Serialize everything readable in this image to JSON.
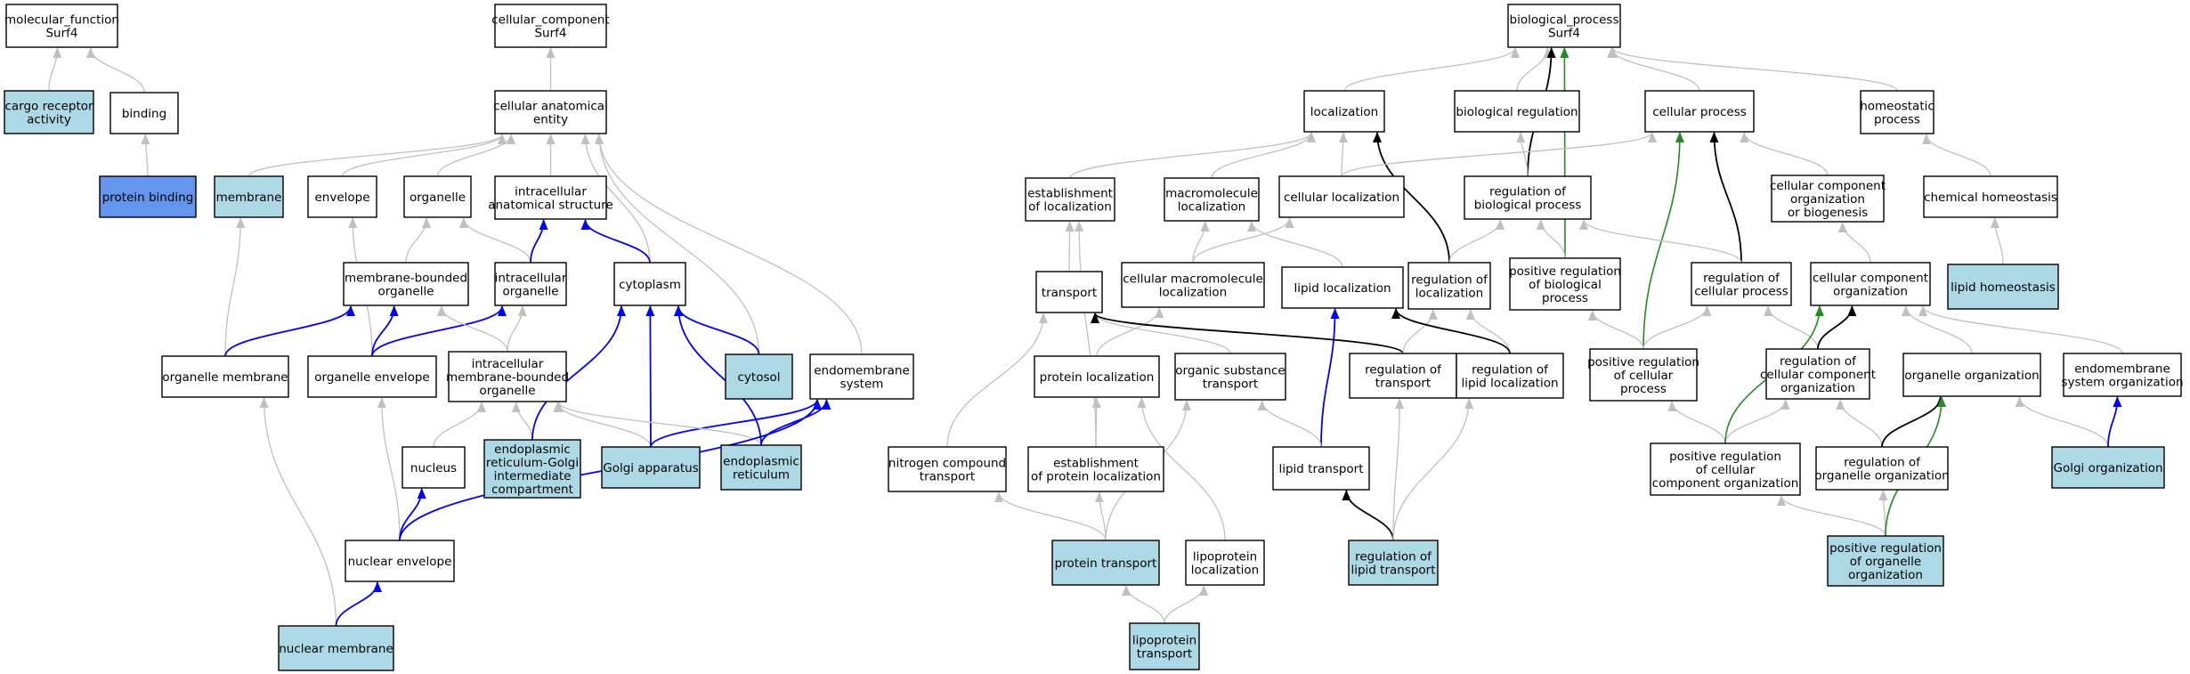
{
  "colors": {
    "default_fill": "#ffffff",
    "highlight_fill": "#add8e6",
    "strong_fill": "#6495ed",
    "edge_gray": "#c0c0c0",
    "edge_blue": "#0000ff",
    "edge_black": "#000000",
    "edge_green": "#228b22"
  },
  "nodes": [
    {
      "id": "mf",
      "lines": [
        "molecular_function",
        "Surf4"
      ],
      "fill": "default"
    },
    {
      "id": "cra",
      "lines": [
        "cargo receptor",
        "activity"
      ],
      "fill": "highlight"
    },
    {
      "id": "binding",
      "lines": [
        "binding"
      ],
      "fill": "default"
    },
    {
      "id": "pb",
      "lines": [
        "protein binding"
      ],
      "fill": "strong"
    },
    {
      "id": "cc",
      "lines": [
        "cellular_component",
        "Surf4"
      ],
      "fill": "default"
    },
    {
      "id": "cae",
      "lines": [
        "cellular anatomical",
        "entity"
      ],
      "fill": "default"
    },
    {
      "id": "membrane",
      "lines": [
        "membrane"
      ],
      "fill": "highlight"
    },
    {
      "id": "envelope",
      "lines": [
        "envelope"
      ],
      "fill": "default"
    },
    {
      "id": "organelle",
      "lines": [
        "organelle"
      ],
      "fill": "default"
    },
    {
      "id": "ias",
      "lines": [
        "intracellular",
        "anatomical structure"
      ],
      "fill": "default"
    },
    {
      "id": "mbo",
      "lines": [
        "membrane-bounded",
        "organelle"
      ],
      "fill": "default"
    },
    {
      "id": "io",
      "lines": [
        "intracellular",
        "organelle"
      ],
      "fill": "default"
    },
    {
      "id": "cytoplasm",
      "lines": [
        "cytoplasm"
      ],
      "fill": "default"
    },
    {
      "id": "om",
      "lines": [
        "organelle membrane"
      ],
      "fill": "default"
    },
    {
      "id": "oe",
      "lines": [
        "organelle envelope"
      ],
      "fill": "default"
    },
    {
      "id": "imbo",
      "lines": [
        "intracellular",
        "membrane-bounded",
        "organelle"
      ],
      "fill": "default"
    },
    {
      "id": "cytosol",
      "lines": [
        "cytosol"
      ],
      "fill": "highlight"
    },
    {
      "id": "ems",
      "lines": [
        "endomembrane",
        "system"
      ],
      "fill": "default"
    },
    {
      "id": "nucleus",
      "lines": [
        "nucleus"
      ],
      "fill": "default"
    },
    {
      "id": "ergic",
      "lines": [
        "endoplasmic",
        "reticulum-Golgi",
        "intermediate",
        "compartment"
      ],
      "fill": "highlight"
    },
    {
      "id": "golgi",
      "lines": [
        "Golgi apparatus"
      ],
      "fill": "highlight"
    },
    {
      "id": "er",
      "lines": [
        "endoplasmic",
        "reticulum"
      ],
      "fill": "highlight"
    },
    {
      "id": "ne",
      "lines": [
        "nuclear envelope"
      ],
      "fill": "default"
    },
    {
      "id": "nm",
      "lines": [
        "nuclear membrane"
      ],
      "fill": "highlight"
    },
    {
      "id": "bp",
      "lines": [
        "biological_process",
        "Surf4"
      ],
      "fill": "default"
    },
    {
      "id": "loc",
      "lines": [
        "localization"
      ],
      "fill": "default"
    },
    {
      "id": "breg",
      "lines": [
        "biological regulation"
      ],
      "fill": "default"
    },
    {
      "id": "cp",
      "lines": [
        "cellular process"
      ],
      "fill": "default"
    },
    {
      "id": "hp",
      "lines": [
        "homeostatic",
        "process"
      ],
      "fill": "default"
    },
    {
      "id": "eol",
      "lines": [
        "establishment",
        "of localization"
      ],
      "fill": "default"
    },
    {
      "id": "ml",
      "lines": [
        "macromolecule",
        "localization"
      ],
      "fill": "default"
    },
    {
      "id": "cl",
      "lines": [
        "cellular localization"
      ],
      "fill": "default"
    },
    {
      "id": "rbp",
      "lines": [
        "regulation of",
        "biological process"
      ],
      "fill": "default"
    },
    {
      "id": "ccob",
      "lines": [
        "cellular component",
        "organization",
        "or biogenesis"
      ],
      "fill": "default"
    },
    {
      "id": "ch",
      "lines": [
        "chemical homeostasis"
      ],
      "fill": "default"
    },
    {
      "id": "transport",
      "lines": [
        "transport"
      ],
      "fill": "default"
    },
    {
      "id": "cml",
      "lines": [
        "cellular macromolecule",
        "localization"
      ],
      "fill": "default"
    },
    {
      "id": "lipl",
      "lines": [
        "lipid localization"
      ],
      "fill": "default"
    },
    {
      "id": "rloc",
      "lines": [
        "regulation of",
        "localization"
      ],
      "fill": "default"
    },
    {
      "id": "prbp",
      "lines": [
        "positive regulation",
        "of biological",
        "process"
      ],
      "fill": "default"
    },
    {
      "id": "rcp",
      "lines": [
        "regulation of",
        "cellular process"
      ],
      "fill": "default"
    },
    {
      "id": "cco",
      "lines": [
        "cellular component",
        "organization"
      ],
      "fill": "default"
    },
    {
      "id": "lh",
      "lines": [
        "lipid homeostasis"
      ],
      "fill": "highlight"
    },
    {
      "id": "pl",
      "lines": [
        "protein localization"
      ],
      "fill": "default"
    },
    {
      "id": "ost",
      "lines": [
        "organic substance",
        "transport"
      ],
      "fill": "default"
    },
    {
      "id": "rt",
      "lines": [
        "regulation of",
        "transport"
      ],
      "fill": "default"
    },
    {
      "id": "rll",
      "lines": [
        "regulation of",
        "lipid localization"
      ],
      "fill": "default"
    },
    {
      "id": "prcp",
      "lines": [
        "positive regulation",
        "of cellular",
        "process"
      ],
      "fill": "default"
    },
    {
      "id": "rcco",
      "lines": [
        "regulation of",
        "cellular component",
        "organization"
      ],
      "fill": "default"
    },
    {
      "id": "oo",
      "lines": [
        "organelle organization"
      ],
      "fill": "default"
    },
    {
      "id": "emso",
      "lines": [
        "endomembrane",
        "system organization"
      ],
      "fill": "default"
    },
    {
      "id": "nct",
      "lines": [
        "nitrogen compound",
        "transport"
      ],
      "fill": "default"
    },
    {
      "id": "epl",
      "lines": [
        "establishment",
        "of protein localization"
      ],
      "fill": "default"
    },
    {
      "id": "lt",
      "lines": [
        "lipid transport"
      ],
      "fill": "default"
    },
    {
      "id": "prcco",
      "lines": [
        "positive regulation",
        "of cellular",
        "component organization"
      ],
      "fill": "default"
    },
    {
      "id": "roo",
      "lines": [
        "regulation of",
        "organelle organization"
      ],
      "fill": "default"
    },
    {
      "id": "go",
      "lines": [
        "Golgi organization"
      ],
      "fill": "highlight"
    },
    {
      "id": "pt",
      "lines": [
        "protein transport"
      ],
      "fill": "highlight"
    },
    {
      "id": "lpl",
      "lines": [
        "lipoprotein",
        "localization"
      ],
      "fill": "default"
    },
    {
      "id": "rlt",
      "lines": [
        "regulation of",
        "lipid transport"
      ],
      "fill": "highlight"
    },
    {
      "id": "proo",
      "lines": [
        "positive regulation",
        "of organelle",
        "organization"
      ],
      "fill": "highlight"
    },
    {
      "id": "lpt",
      "lines": [
        "lipoprotein",
        "transport"
      ],
      "fill": "highlight"
    }
  ],
  "edges": [
    {
      "from": "cra",
      "to": "mf",
      "color": "gray"
    },
    {
      "from": "binding",
      "to": "mf",
      "color": "gray"
    },
    {
      "from": "pb",
      "to": "binding",
      "color": "gray"
    },
    {
      "from": "cae",
      "to": "cc",
      "color": "gray"
    },
    {
      "from": "membrane",
      "to": "cae",
      "color": "gray"
    },
    {
      "from": "envelope",
      "to": "cae",
      "color": "gray"
    },
    {
      "from": "organelle",
      "to": "cae",
      "color": "gray"
    },
    {
      "from": "ias",
      "to": "cae",
      "color": "gray"
    },
    {
      "from": "cytoplasm",
      "to": "cae",
      "color": "gray"
    },
    {
      "from": "cytosol",
      "to": "cae",
      "color": "gray"
    },
    {
      "from": "ems",
      "to": "cae",
      "color": "gray"
    },
    {
      "from": "mbo",
      "to": "organelle",
      "color": "gray"
    },
    {
      "from": "io",
      "to": "organelle",
      "color": "gray"
    },
    {
      "from": "io",
      "to": "ias",
      "color": "blue"
    },
    {
      "from": "cytoplasm",
      "to": "ias",
      "color": "blue"
    },
    {
      "from": "om",
      "to": "membrane",
      "color": "gray"
    },
    {
      "from": "om",
      "to": "mbo",
      "color": "blue"
    },
    {
      "from": "oe",
      "to": "envelope",
      "color": "gray"
    },
    {
      "from": "oe",
      "to": "mbo",
      "color": "blue"
    },
    {
      "from": "oe",
      "to": "io",
      "color": "blue"
    },
    {
      "from": "imbo",
      "to": "mbo",
      "color": "gray"
    },
    {
      "from": "imbo",
      "to": "io",
      "color": "gray"
    },
    {
      "from": "cytosol",
      "to": "cytoplasm",
      "color": "blue"
    },
    {
      "from": "nucleus",
      "to": "imbo",
      "color": "gray"
    },
    {
      "from": "ergic",
      "to": "imbo",
      "color": "gray"
    },
    {
      "from": "ergic",
      "to": "cytoplasm",
      "color": "blue"
    },
    {
      "from": "golgi",
      "to": "imbo",
      "color": "gray"
    },
    {
      "from": "golgi",
      "to": "cytoplasm",
      "color": "blue"
    },
    {
      "from": "golgi",
      "to": "ems",
      "color": "blue"
    },
    {
      "from": "er",
      "to": "imbo",
      "color": "gray"
    },
    {
      "from": "er",
      "to": "cytoplasm",
      "color": "blue"
    },
    {
      "from": "er",
      "to": "ems",
      "color": "blue"
    },
    {
      "from": "ne",
      "to": "oe",
      "color": "gray"
    },
    {
      "from": "ne",
      "to": "nucleus",
      "color": "blue"
    },
    {
      "from": "ne",
      "to": "ems",
      "color": "blue"
    },
    {
      "from": "nm",
      "to": "om",
      "color": "gray"
    },
    {
      "from": "nm",
      "to": "ne",
      "color": "blue"
    },
    {
      "from": "loc",
      "to": "bp",
      "color": "gray"
    },
    {
      "from": "breg",
      "to": "bp",
      "color": "gray"
    },
    {
      "from": "cp",
      "to": "bp",
      "color": "gray"
    },
    {
      "from": "hp",
      "to": "bp",
      "color": "gray"
    },
    {
      "from": "rbp",
      "to": "bp",
      "color": "black"
    },
    {
      "from": "prbp",
      "to": "bp",
      "color": "green"
    },
    {
      "from": "eol",
      "to": "loc",
      "color": "gray"
    },
    {
      "from": "ml",
      "to": "loc",
      "color": "gray"
    },
    {
      "from": "cl",
      "to": "loc",
      "color": "gray"
    },
    {
      "from": "rloc",
      "to": "loc",
      "color": "black"
    },
    {
      "from": "rbp",
      "to": "breg",
      "color": "gray"
    },
    {
      "from": "cl",
      "to": "cp",
      "color": "gray"
    },
    {
      "from": "ccob",
      "to": "cp",
      "color": "gray"
    },
    {
      "from": "rcp",
      "to": "cp",
      "color": "black"
    },
    {
      "from": "prcp",
      "to": "cp",
      "color": "green"
    },
    {
      "from": "ch",
      "to": "hp",
      "color": "gray"
    },
    {
      "from": "transport",
      "to": "eol",
      "color": "gray"
    },
    {
      "from": "cml",
      "to": "ml",
      "color": "gray"
    },
    {
      "from": "cml",
      "to": "cl",
      "color": "gray"
    },
    {
      "from": "lipl",
      "to": "ml",
      "color": "gray"
    },
    {
      "from": "rloc",
      "to": "rbp",
      "color": "gray"
    },
    {
      "from": "prbp",
      "to": "rbp",
      "color": "gray"
    },
    {
      "from": "rcp",
      "to": "rbp",
      "color": "gray"
    },
    {
      "from": "cco",
      "to": "ccob",
      "color": "gray"
    },
    {
      "from": "lh",
      "to": "ch",
      "color": "gray"
    },
    {
      "from": "pl",
      "to": "cml",
      "color": "gray"
    },
    {
      "from": "ost",
      "to": "transport",
      "color": "gray"
    },
    {
      "from": "rt",
      "to": "transport",
      "color": "black"
    },
    {
      "from": "rt",
      "to": "rloc",
      "color": "gray"
    },
    {
      "from": "rll",
      "to": "rloc",
      "color": "gray"
    },
    {
      "from": "rll",
      "to": "lipl",
      "color": "black"
    },
    {
      "from": "prcp",
      "to": "prbp",
      "color": "gray"
    },
    {
      "from": "prcp",
      "to": "rcp",
      "color": "gray"
    },
    {
      "from": "rcco",
      "to": "rcp",
      "color": "gray"
    },
    {
      "from": "rcco",
      "to": "cco",
      "color": "black"
    },
    {
      "from": "oo",
      "to": "cco",
      "color": "gray"
    },
    {
      "from": "emso",
      "to": "cco",
      "color": "gray"
    },
    {
      "from": "nct",
      "to": "transport",
      "color": "gray"
    },
    {
      "from": "epl",
      "to": "pl",
      "color": "gray"
    },
    {
      "from": "epl",
      "to": "eol",
      "color": "gray"
    },
    {
      "from": "lt",
      "to": "lipl",
      "color": "blue"
    },
    {
      "from": "lt",
      "to": "ost",
      "color": "gray"
    },
    {
      "from": "prcco",
      "to": "prcp",
      "color": "gray"
    },
    {
      "from": "prcco",
      "to": "rcco",
      "color": "gray"
    },
    {
      "from": "prcco",
      "to": "cco",
      "color": "green"
    },
    {
      "from": "roo",
      "to": "rcco",
      "color": "gray"
    },
    {
      "from": "roo",
      "to": "oo",
      "color": "black"
    },
    {
      "from": "go",
      "to": "oo",
      "color": "gray"
    },
    {
      "from": "go",
      "to": "emso",
      "color": "blue"
    },
    {
      "from": "pt",
      "to": "nct",
      "color": "gray"
    },
    {
      "from": "pt",
      "to": "epl",
      "color": "gray"
    },
    {
      "from": "pt",
      "to": "ost",
      "color": "gray"
    },
    {
      "from": "lpl",
      "to": "pl",
      "color": "gray"
    },
    {
      "from": "rlt",
      "to": "lt",
      "color": "black"
    },
    {
      "from": "rlt",
      "to": "rt",
      "color": "gray"
    },
    {
      "from": "rlt",
      "to": "rll",
      "color": "gray"
    },
    {
      "from": "proo",
      "to": "roo",
      "color": "gray"
    },
    {
      "from": "proo",
      "to": "prcco",
      "color": "gray"
    },
    {
      "from": "proo",
      "to": "oo",
      "color": "green"
    },
    {
      "from": "lpt",
      "to": "pt",
      "color": "gray"
    },
    {
      "from": "lpt",
      "to": "lpl",
      "color": "gray"
    }
  ]
}
